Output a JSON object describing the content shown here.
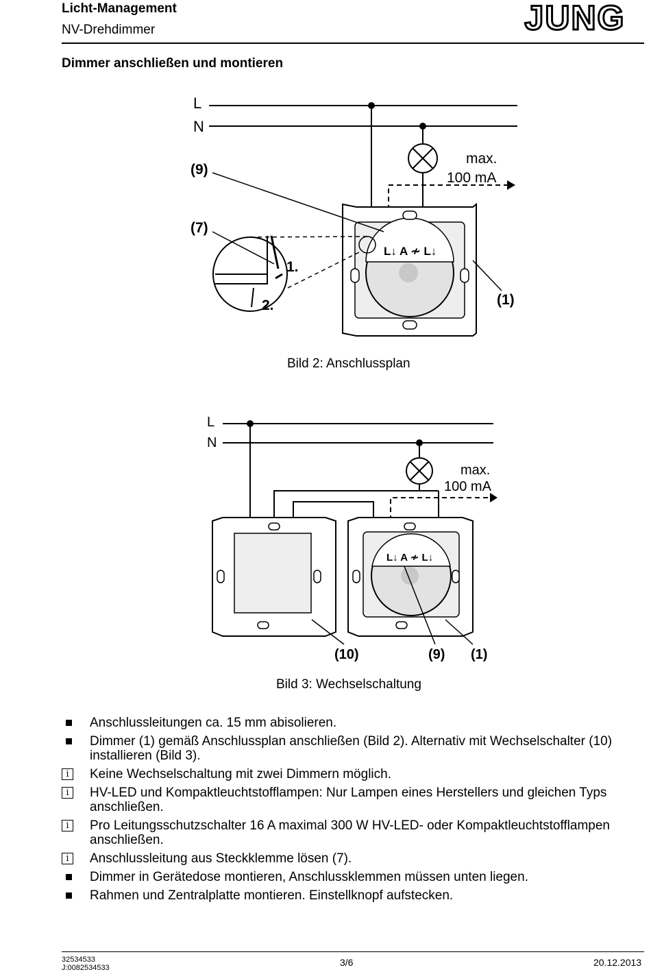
{
  "header": {
    "title": "Licht-Management",
    "subtitle": "NV-Drehdimmer",
    "brand": "JUNG"
  },
  "section_title": "Dimmer anschließen und montieren",
  "figure2": {
    "caption": "Bild 2: Anschlussplan",
    "labels": {
      "L": "L",
      "N": "N",
      "max": "max.",
      "current": "100 mA",
      "ref9": "(9)",
      "ref7": "(7)",
      "ref1": "(1)",
      "step1": "1.",
      "step2": "2."
    }
  },
  "figure3": {
    "caption": "Bild 3: Wechselschaltung",
    "labels": {
      "L": "L",
      "N": "N",
      "max": "max.",
      "current": "100 mA",
      "ref10": "(10)",
      "ref9": "(9)",
      "ref1": "(1)"
    }
  },
  "instructions": [
    {
      "type": "bullet",
      "text": "Anschlussleitungen ca. 15 mm abisolieren."
    },
    {
      "type": "bullet",
      "text": "Dimmer (1) gemäß Anschlussplan anschließen (Bild 2). Alternativ mit Wechselschalter (10) installieren (Bild 3)."
    },
    {
      "type": "info",
      "text": "Keine Wechselschaltung mit zwei Dimmern möglich."
    },
    {
      "type": "info",
      "text": "HV-LED und Kompaktleuchtstofflampen: Nur Lampen eines Herstellers und gleichen Typs anschließen."
    },
    {
      "type": "info",
      "text": "Pro Leitungsschutzschalter 16 A maximal 300 W HV-LED- oder Kompaktleuchtstofflampen anschließen."
    },
    {
      "type": "info",
      "text": "Anschlussleitung aus Steckklemme lösen (7)."
    },
    {
      "type": "bullet",
      "text": "Dimmer in Gerätedose montieren, Anschlussklemmen müssen unten liegen."
    },
    {
      "type": "bullet",
      "text": "Rahmen und Zentralplatte montieren. Einstellknopf aufstecken."
    }
  ],
  "info_glyph": "i",
  "footer": {
    "doc_number": "32534533",
    "job_number": "J:0082534533",
    "page": "3/6",
    "date": "20.12.2013"
  }
}
